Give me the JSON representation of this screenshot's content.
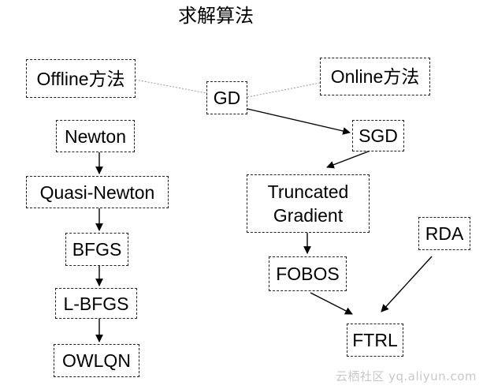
{
  "title": "求解算法",
  "nodes": {
    "offline": "Offline方法",
    "online": "Online方法",
    "gd": "GD",
    "sgd": "SGD",
    "truncated_line1": "Truncated",
    "truncated_line2": "Gradient",
    "fobos": "FOBOS",
    "rda": "RDA",
    "ftrl": "FTRL",
    "newton": "Newton",
    "quasi_newton": "Quasi-Newton",
    "bfgs": "BFGS",
    "lbfgs": "L-BFGS",
    "owlqn": "OWLQN"
  },
  "watermark": "云栖社区 yq.aliyun.com",
  "colors": {
    "line": "#000000",
    "dotted_line": "#9a9a9a",
    "border": "#222222",
    "watermark": "#c8c8c8"
  }
}
